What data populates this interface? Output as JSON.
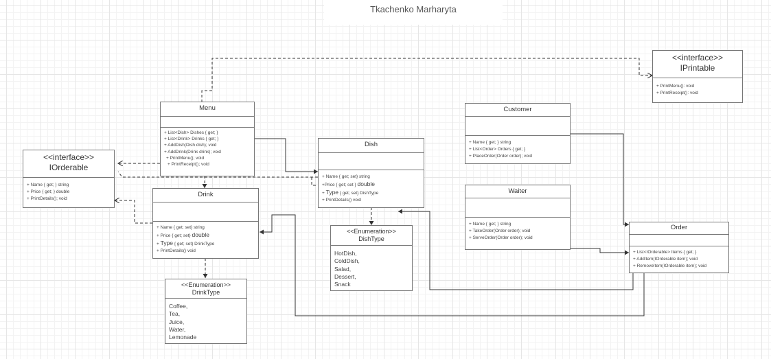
{
  "page_title": "Tkachenko Marharyta",
  "iprintable": {
    "stereotype": "<<interface>>",
    "name": "IPrintable",
    "members": [
      "+ PrintMenu(): void",
      "+ PrintReceipt(): void"
    ]
  },
  "iorderable": {
    "stereotype": "<<interface>>",
    "name": "IOrderable",
    "members": [
      "+ Name { get; } string",
      "+ Price { get; } double",
      "+ PrintDetails(); void"
    ]
  },
  "menu": {
    "name": "Menu",
    "members": [
      "+  List<Dish> Dishes { get; }",
      "+ List<Drink> Drinks { get; }",
      "+ AddDish(Dish dish); void",
      "+ AddDrink(Drink drink); void",
      "+ PrintMenu(); void",
      "+ PrintReceipt(); void"
    ]
  },
  "drink": {
    "name": "Drink",
    "members": [
      {
        "prefix": "+ Name { get; set} string",
        "emph": ""
      },
      {
        "prefix": "+ Price { get; set} ",
        "emph": "double"
      },
      {
        "prefix": "+ ",
        "emph": "Type",
        "suffix": " { get; set} DrinkType"
      },
      {
        "prefix": "+ PrintDetails() void",
        "emph": ""
      }
    ]
  },
  "dish": {
    "name": "Dish",
    "members": [
      {
        "prefix": "+ Name { get; set} string",
        "emph": ""
      },
      {
        "prefix": "+Price { get; set } ",
        "emph": "double"
      },
      {
        "prefix": "+ ",
        "emph": "Type",
        "suffix": " { get; set}  DishType"
      },
      {
        "prefix": "+ PrintDetails() void",
        "emph": ""
      }
    ]
  },
  "customer": {
    "name": "Customer",
    "members": [
      "+ Name { get; } string",
      "+ List<Order> Orders { get; }",
      "+ PlaceOrder(Order order); void"
    ]
  },
  "waiter": {
    "name": "Waiter",
    "members": [
      "+ Name { get; } string",
      "+ TakeOrder(Order order); void",
      "+ ServeOrder(Order order); void"
    ]
  },
  "order": {
    "name": "Order",
    "members": [
      "+ List<IOrderable> Items { get; }",
      "+ AddItem(IOrderable item); void",
      "+ RemoveItem(IOrderable item); void"
    ]
  },
  "dishtype": {
    "stereotype": "<<Enumeration>>",
    "name": "DishType",
    "values": [
      "HotDish,",
      "ColdDish,",
      "Salad,",
      "Dessert,",
      "Snack"
    ]
  },
  "drinktype": {
    "stereotype": "<<Enumeration>>",
    "name": "DrinkType",
    "values": [
      "Coffee,",
      "Tea,",
      "Juice,",
      "Water,",
      "Lemonade"
    ]
  },
  "colors": {
    "line": "#333333",
    "border": "#777777",
    "grid": "#e6e6e6"
  }
}
